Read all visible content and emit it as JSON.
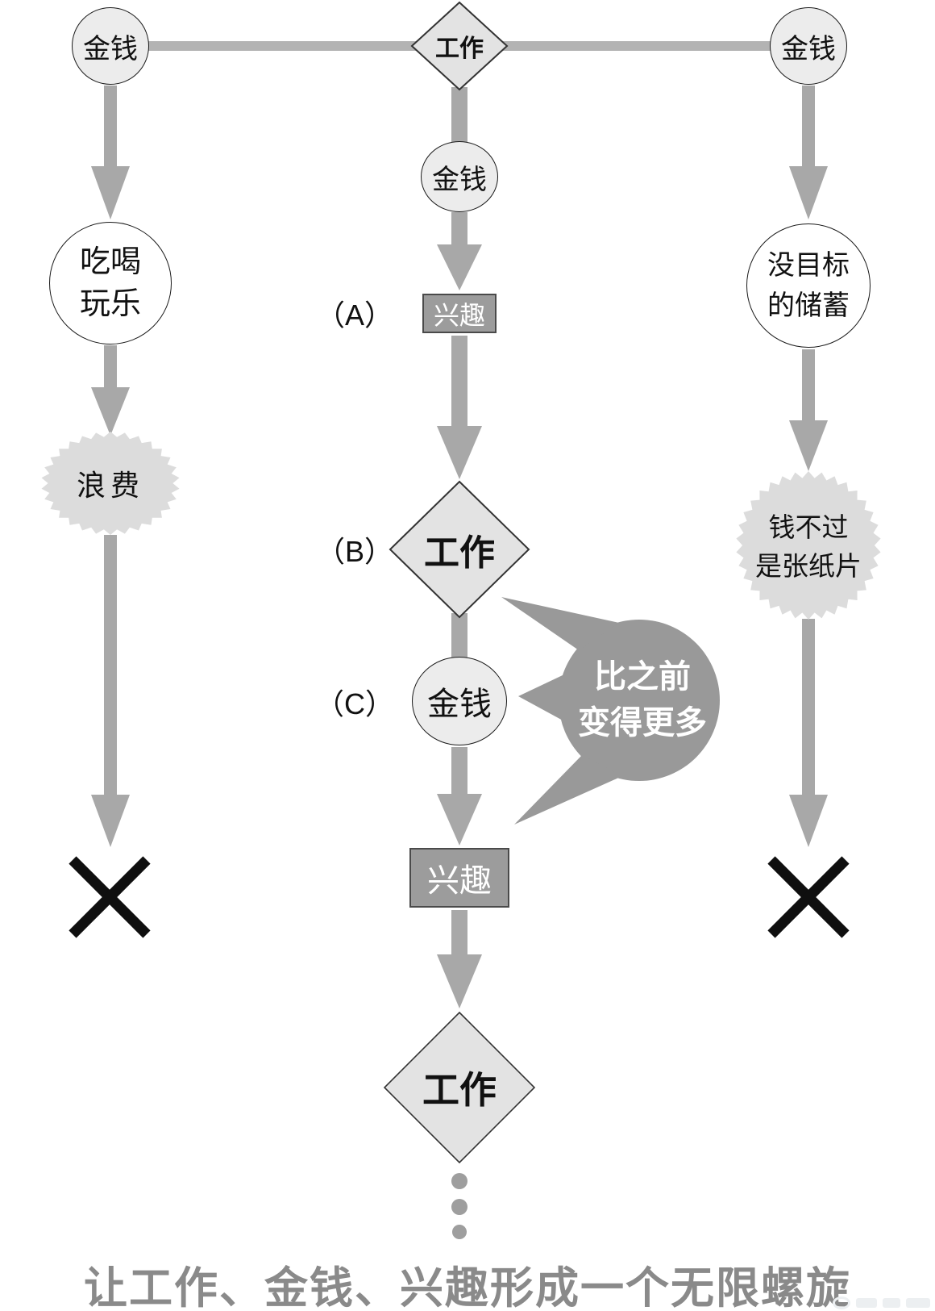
{
  "caption": "让工作、金钱、兴趣形成一个无限螺旋",
  "labels": {
    "a": "（A）",
    "b": "（B）",
    "c": "（C）"
  },
  "nodes": {
    "money_top_left": "金钱",
    "work_top": "工作",
    "money_top_right": "金钱",
    "money_mid": "金钱",
    "interest_a": "兴趣",
    "work_b": "工作",
    "money_c": "金钱",
    "interest_loop": "兴趣",
    "work_loop": "工作",
    "eat_drink_play": {
      "line1": "吃喝",
      "line2": "玩乐"
    },
    "waste": "浪费",
    "aimless_saving": {
      "line1": "没目标",
      "line2": "的储蓄"
    },
    "money_just_paper": {
      "line1": "钱不过",
      "line2": "是张纸片"
    },
    "speech_bubble": {
      "line1": "比之前",
      "line2": "变得更多"
    }
  },
  "colors": {
    "arrow": "#a8a8a8",
    "connector": "#b3b3b3",
    "diamond_fill": "#e3e3e3",
    "diamond_border": "#333333",
    "circle_fill": "#ececec",
    "white_circle_fill": "#ffffff",
    "starburst_fill": "#dcdcdc",
    "interest_box_fill": "#9c9c9c",
    "bubble_fill": "#999999",
    "caption_text": "#8a8a8a",
    "cross": "#0f0f0f",
    "dot": "#9e9e9e"
  }
}
